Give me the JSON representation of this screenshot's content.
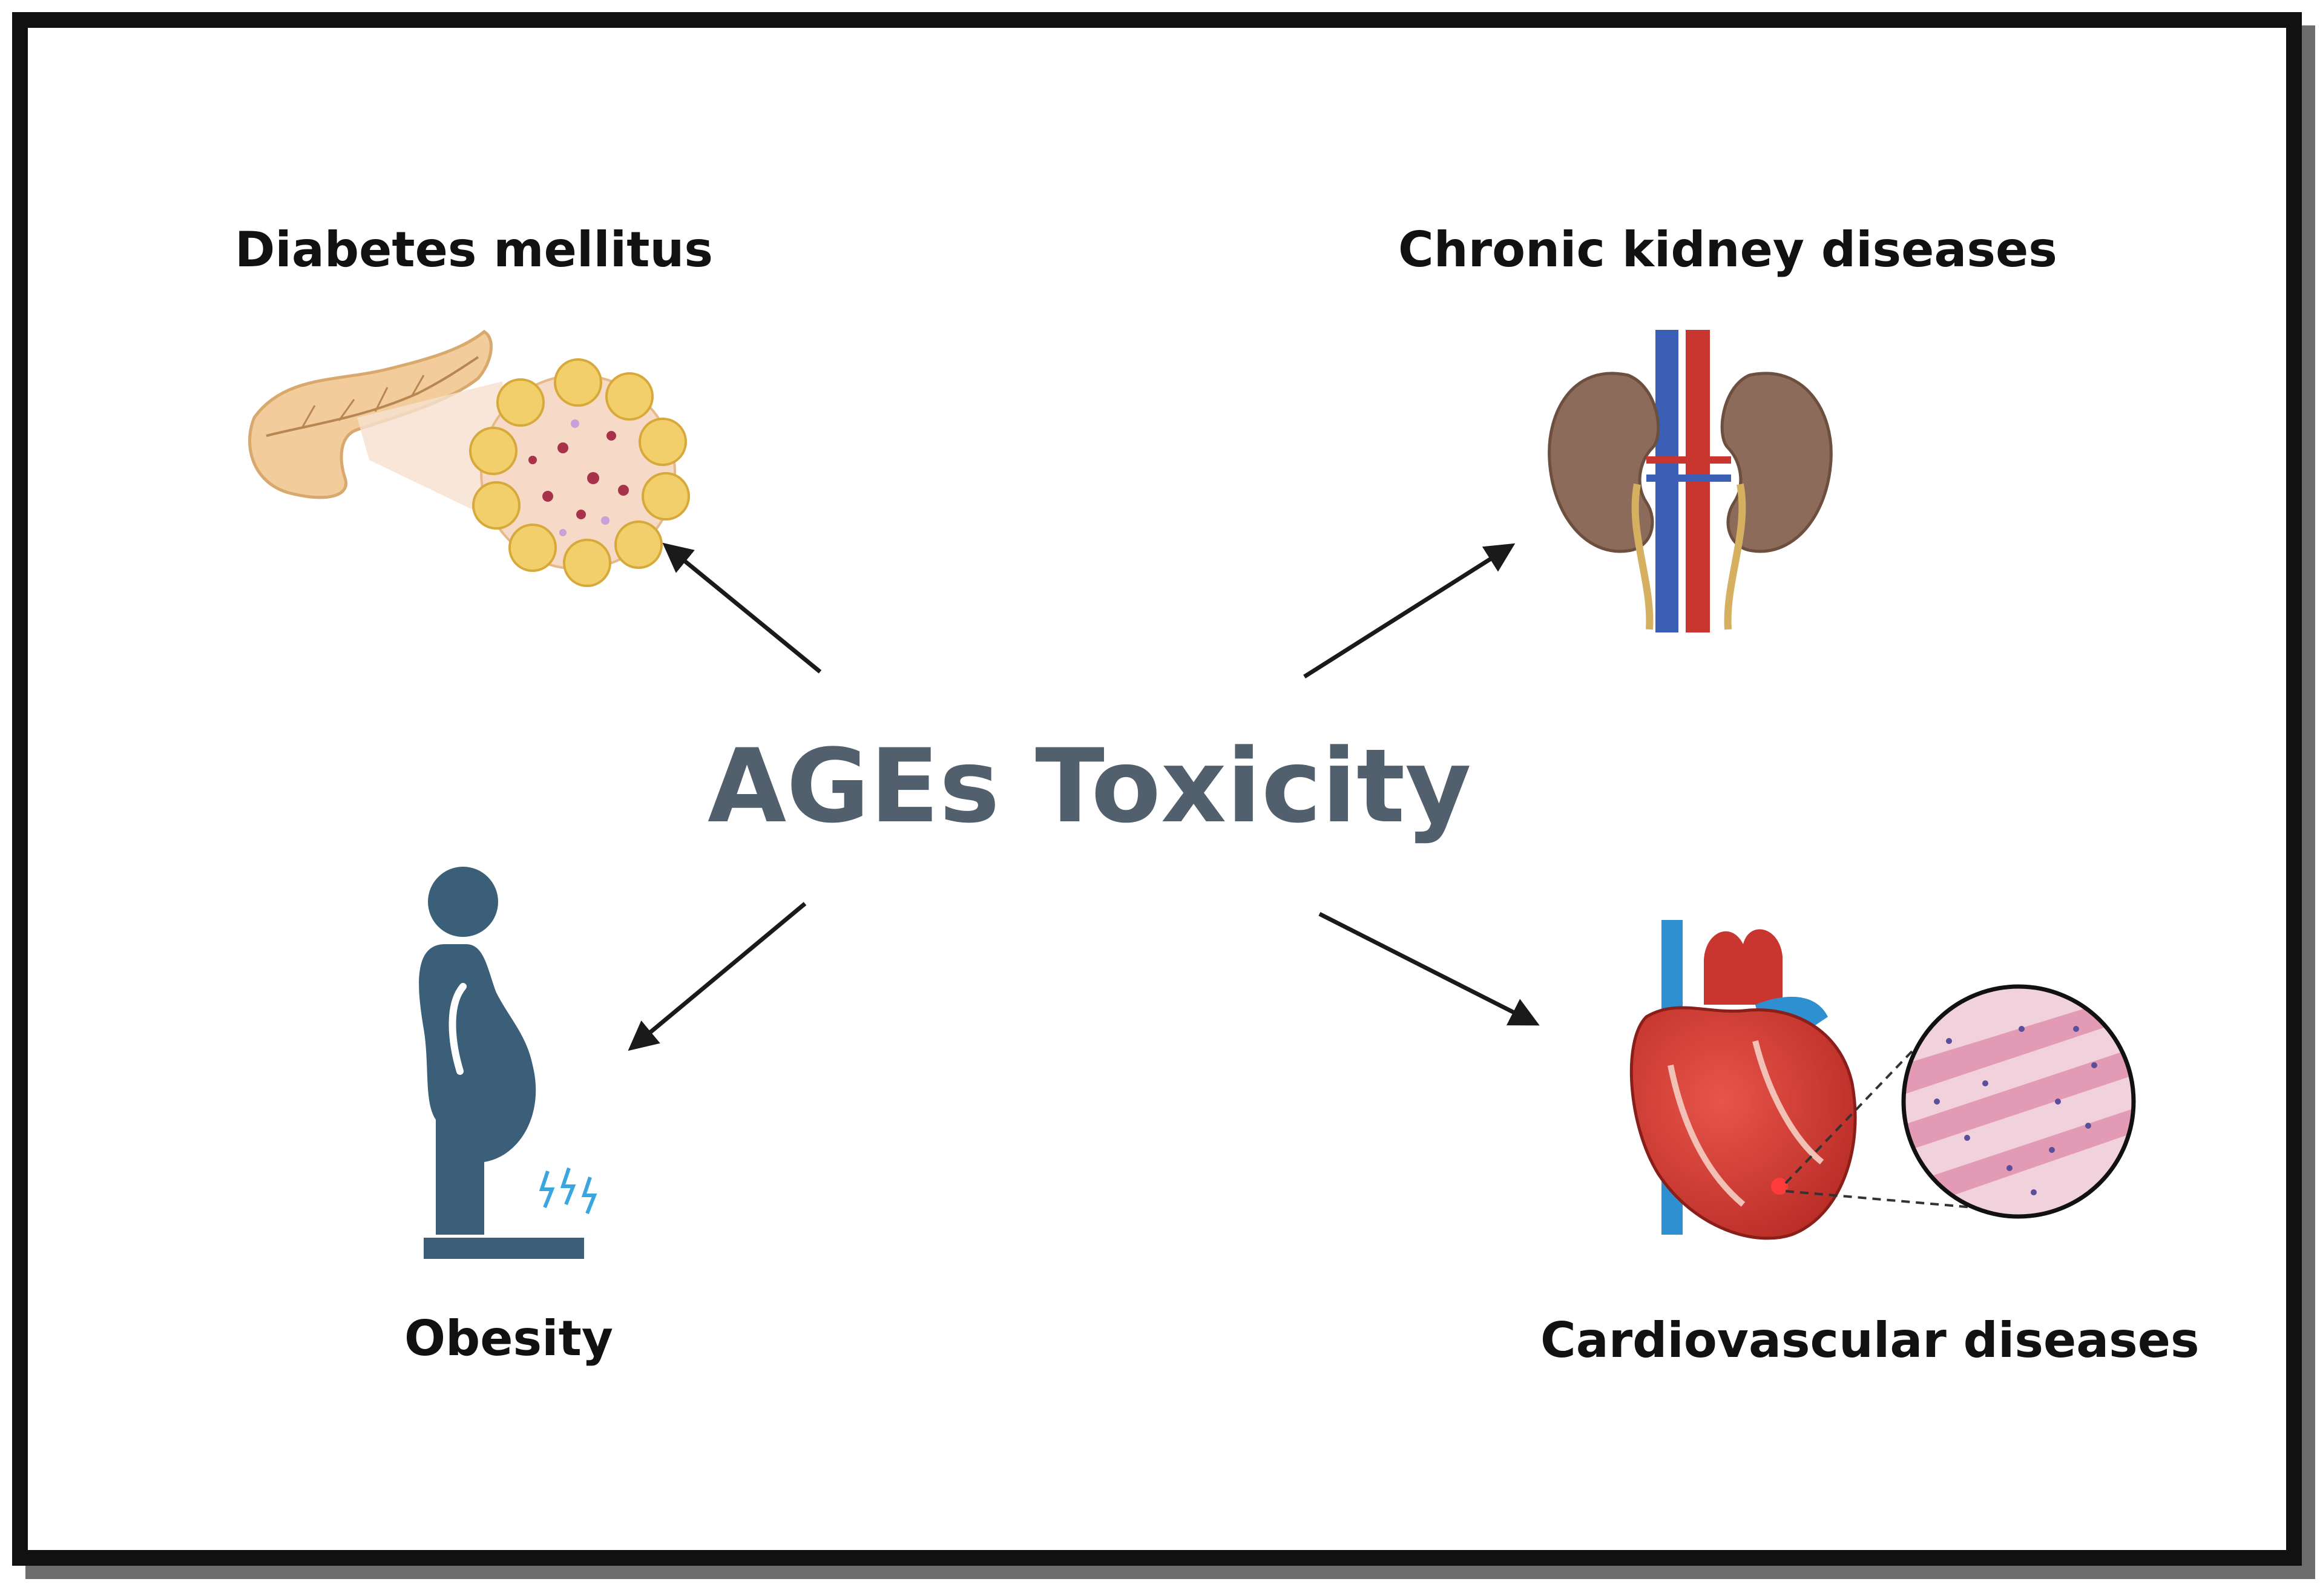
{
  "center": {
    "title": "AGEs Toxicity",
    "color": "#52606d"
  },
  "nodes": [
    {
      "id": "diabetes",
      "label": "Diabetes mellitus",
      "icon": "pancreas-icon"
    },
    {
      "id": "ckd",
      "label": "Chronic kidney diseases",
      "icon": "kidney-icon"
    },
    {
      "id": "obesity",
      "label": "Obesity",
      "icon": "obese-person-on-scale-icon"
    },
    {
      "id": "cvd",
      "label": "Cardiovascular diseases",
      "icon": "heart-icon"
    }
  ],
  "colors": {
    "frame": "#111111",
    "shadow": "#6d6d6d",
    "person": "#3b5f78",
    "kidney": "#8c6b5b",
    "artery": "#c8362f",
    "vein": "#3a5fb5",
    "heart": "#d9413a",
    "pancreas": "#f2cc9a",
    "tissue": "#e9a9bf"
  }
}
